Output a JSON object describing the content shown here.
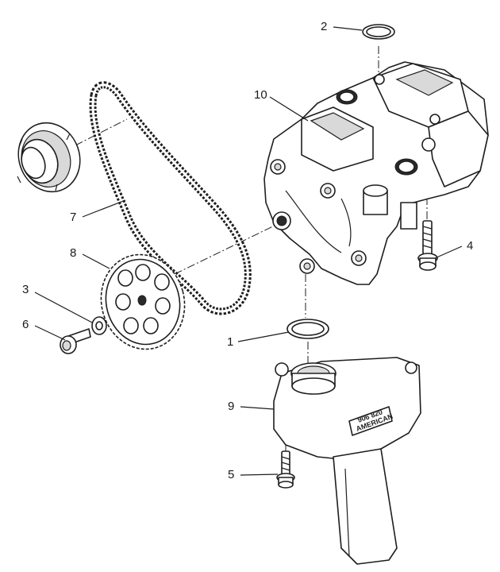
{
  "diagram": {
    "callouts": [
      {
        "id": "c1",
        "label": "1"
      },
      {
        "id": "c2",
        "label": "2"
      },
      {
        "id": "c3",
        "label": "3"
      },
      {
        "id": "c4",
        "label": "4"
      },
      {
        "id": "c5",
        "label": "5"
      },
      {
        "id": "c6",
        "label": "6"
      },
      {
        "id": "c7",
        "label": "7"
      },
      {
        "id": "c8",
        "label": "8"
      },
      {
        "id": "c9",
        "label": "9"
      },
      {
        "id": "c10",
        "label": "10"
      }
    ],
    "plate_marking": {
      "line1": "906 820",
      "line2": "AMERICAN"
    }
  }
}
